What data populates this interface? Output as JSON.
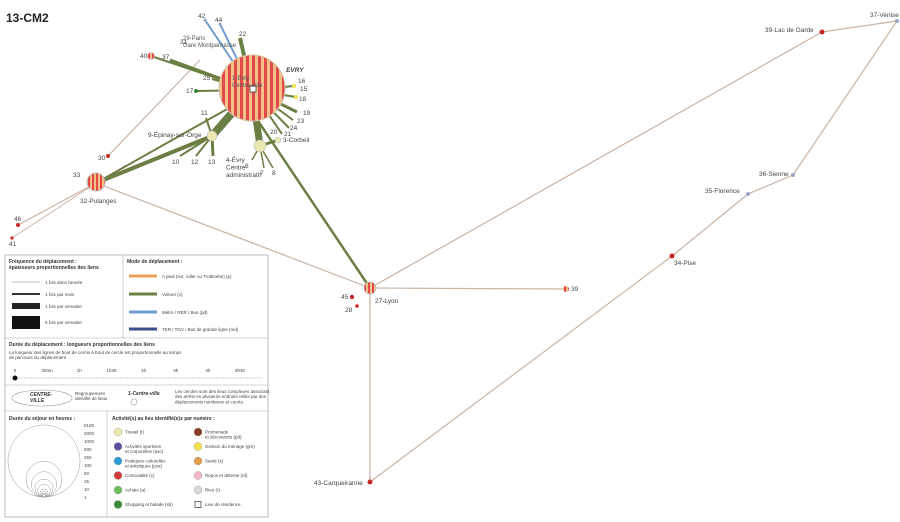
{
  "title": "13-CM2",
  "colors": {
    "foot": "#e8a25a",
    "car": "#6b7f45",
    "metro": "#6d9bd1",
    "train": "#3f4f8c",
    "stay_red": "#c62828",
    "stay_stripe_a": "#f0b07a",
    "stay_stripe_b": "#e0474a"
  },
  "places": {
    "evry": "EVRY",
    "evry_centre": "1-Evry\nCentre-ville",
    "paris": "29-Paris\nGare Montparnasse",
    "epinay": "9-Épinay-sur-Orge",
    "evry_admin": "4-Évry\nCentre\nadministratif",
    "corbeil": "3-Corbeil",
    "pulanges": "32-Pulanges",
    "lyon": "27-Lyon",
    "carqueiranne": "43-Carqueiranne",
    "pise": "34-Pise",
    "florence": "35-Florence",
    "sienne": "36-Sienne",
    "lac_garde": "39-Lac de Garde",
    "venise": "37-Venise",
    "n30": "30",
    "n38": "38",
    "n40": "40",
    "n41": "41",
    "n42": "42",
    "n44": "44",
    "n22": "22",
    "n37a": "37",
    "n31": "31",
    "n17": "17",
    "n25": "25",
    "n11": "11",
    "n10": "10",
    "n12": "12",
    "n13": "13",
    "n16": "16",
    "n15": "15",
    "n18": "18",
    "n19": "19",
    "n23": "23",
    "n24": "24",
    "n21": "21",
    "n20": "20",
    "n6": "6",
    "n7": "7",
    "n8": "8",
    "n33": "33",
    "n45": "45",
    "n28": "28",
    "n46": "46",
    "n39": "39"
  },
  "legend": {
    "freq_title": "Fréquence du déplacement :\népaisseurs proportionnelles des liens",
    "freq_items": [
      "1 fois dans l'année",
      "1 fois par mois",
      "1 fois par semaine",
      "5 fois par semaine"
    ],
    "mode_title": "Mode de déplacement :",
    "mode_items": [
      "A pied (sur, roller ou Trottinette) (p)",
      "Voiture (v)",
      "Métro / RER / Bus (pd)",
      "TER / TGV / Bus de grande ligne (md)"
    ],
    "duration_title": "Durée du déplacement : longueurs proportionnelles des liens",
    "duration_note": "La longueur des lignes de bout de cercle à bout de cercle est proportionnelle au temps\nde parcours du déplacement",
    "duration_ticks": [
      "0",
      "30mn",
      "1h",
      "1h30",
      "2h",
      "3h",
      "4h",
      "5h30"
    ],
    "centre_ville_label": "CENTRE-\nVILLE",
    "centre_ville_desc": "Regroupement\nidentifié de lieux",
    "centre_ville_key": "1-Centre-ville",
    "centre_ville_note": "Les cercles sont des lieux complexes associant\ndes arrêts en plusieurs endroits reliés par des\ndéplacements nombreux et courts.",
    "stay_title": "Durée du séjour en heures :",
    "stay_values": [
      "8100",
      "2000",
      "1000",
      "500",
      "250",
      "100",
      "50",
      "25",
      "10",
      "1"
    ],
    "activity_title": "Activité(s) au lieu identifié(e)s par numéro :",
    "activities": [
      {
        "label": "Travail (t)",
        "color": "#ece9b0"
      },
      {
        "label": "Promenade\net découverte (pd)",
        "color": "#8b3a2a"
      },
      {
        "label": "Activités sportives\net corporelles (asc)",
        "color": "#5a4f9c"
      },
      {
        "label": "Gestion du ménage (gm)",
        "color": "#f2e14b"
      },
      {
        "label": "Pratiques culturelles\net artistiques (pca)",
        "color": "#2c9bd6"
      },
      {
        "label": "Santé (s)",
        "color": "#e0a04a"
      },
      {
        "label": "Convivialité (c)",
        "color": "#d43b3b"
      },
      {
        "label": "Repos et détente (rd)",
        "color": "#f2b8c6"
      },
      {
        "label": "Achats (a)",
        "color": "#6cbf5a"
      },
      {
        "label": "Rien (r)",
        "color": "#d8d8d8"
      },
      {
        "label": "Shopping et balade (sb)",
        "color": "#3a8a3a"
      },
      {
        "label": "Lieu de résidence",
        "color": "#ffffff"
      }
    ]
  }
}
